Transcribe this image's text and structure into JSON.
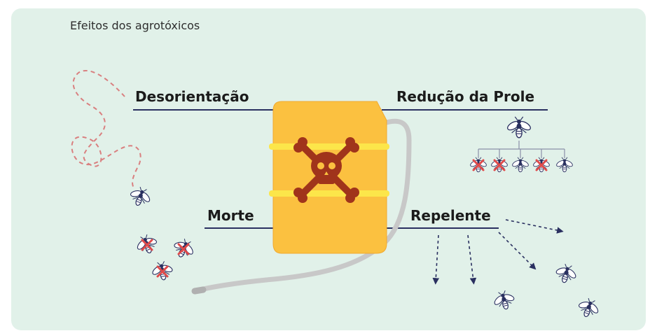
{
  "diagram": {
    "title": "Efeitos dos agrotóxicos",
    "labels": {
      "disorientation": "Desorientação",
      "offspring": "Redução da Prole",
      "death": "Morte",
      "repellent": "Repelente"
    },
    "icons": {
      "center": "pesticide-canister-icon",
      "hazard": "skull-crossbones-icon",
      "insect": "bee-icon",
      "dead_mark": "red-x-icon"
    },
    "colors": {
      "background": "#e1f1e9",
      "canister": "#fbc140",
      "canister_band": "#fce64a",
      "skull": "#a0341b",
      "line": "#2a3060",
      "dashed_path": "#d98080",
      "hose": "#c8c8c8",
      "x_mark": "#e04a4a"
    }
  }
}
